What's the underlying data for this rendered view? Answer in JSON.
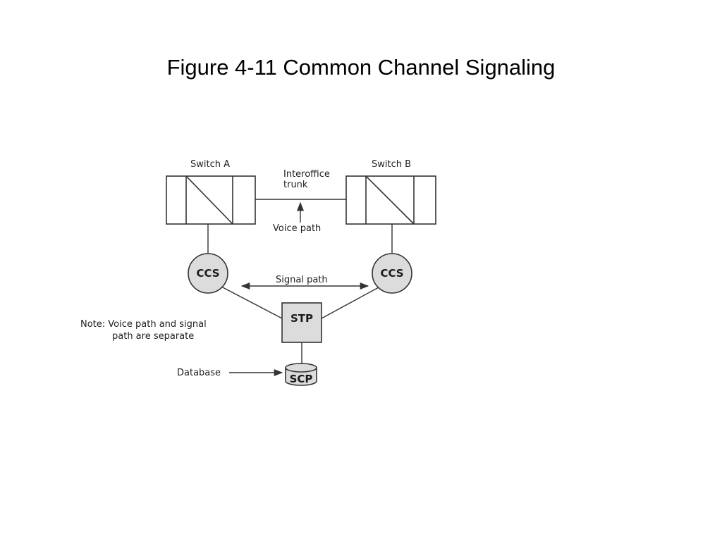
{
  "title": "Figure 4-11 Common Channel Signaling",
  "switch_a": "Switch A",
  "switch_b": "Switch B",
  "trunk": [
    "Interoffice",
    "trunk"
  ],
  "voice_path": "Voice path",
  "signal_path": "Signal path",
  "ccs_left": "CCS",
  "ccs_right": "CCS",
  "stp": "STP",
  "scp": "SCP",
  "database": "Database",
  "note": [
    "Note:  Voice path and signal",
    "path are separate"
  ],
  "colors": {
    "node_fill": "#dcdcdc",
    "stroke": "#333333"
  }
}
